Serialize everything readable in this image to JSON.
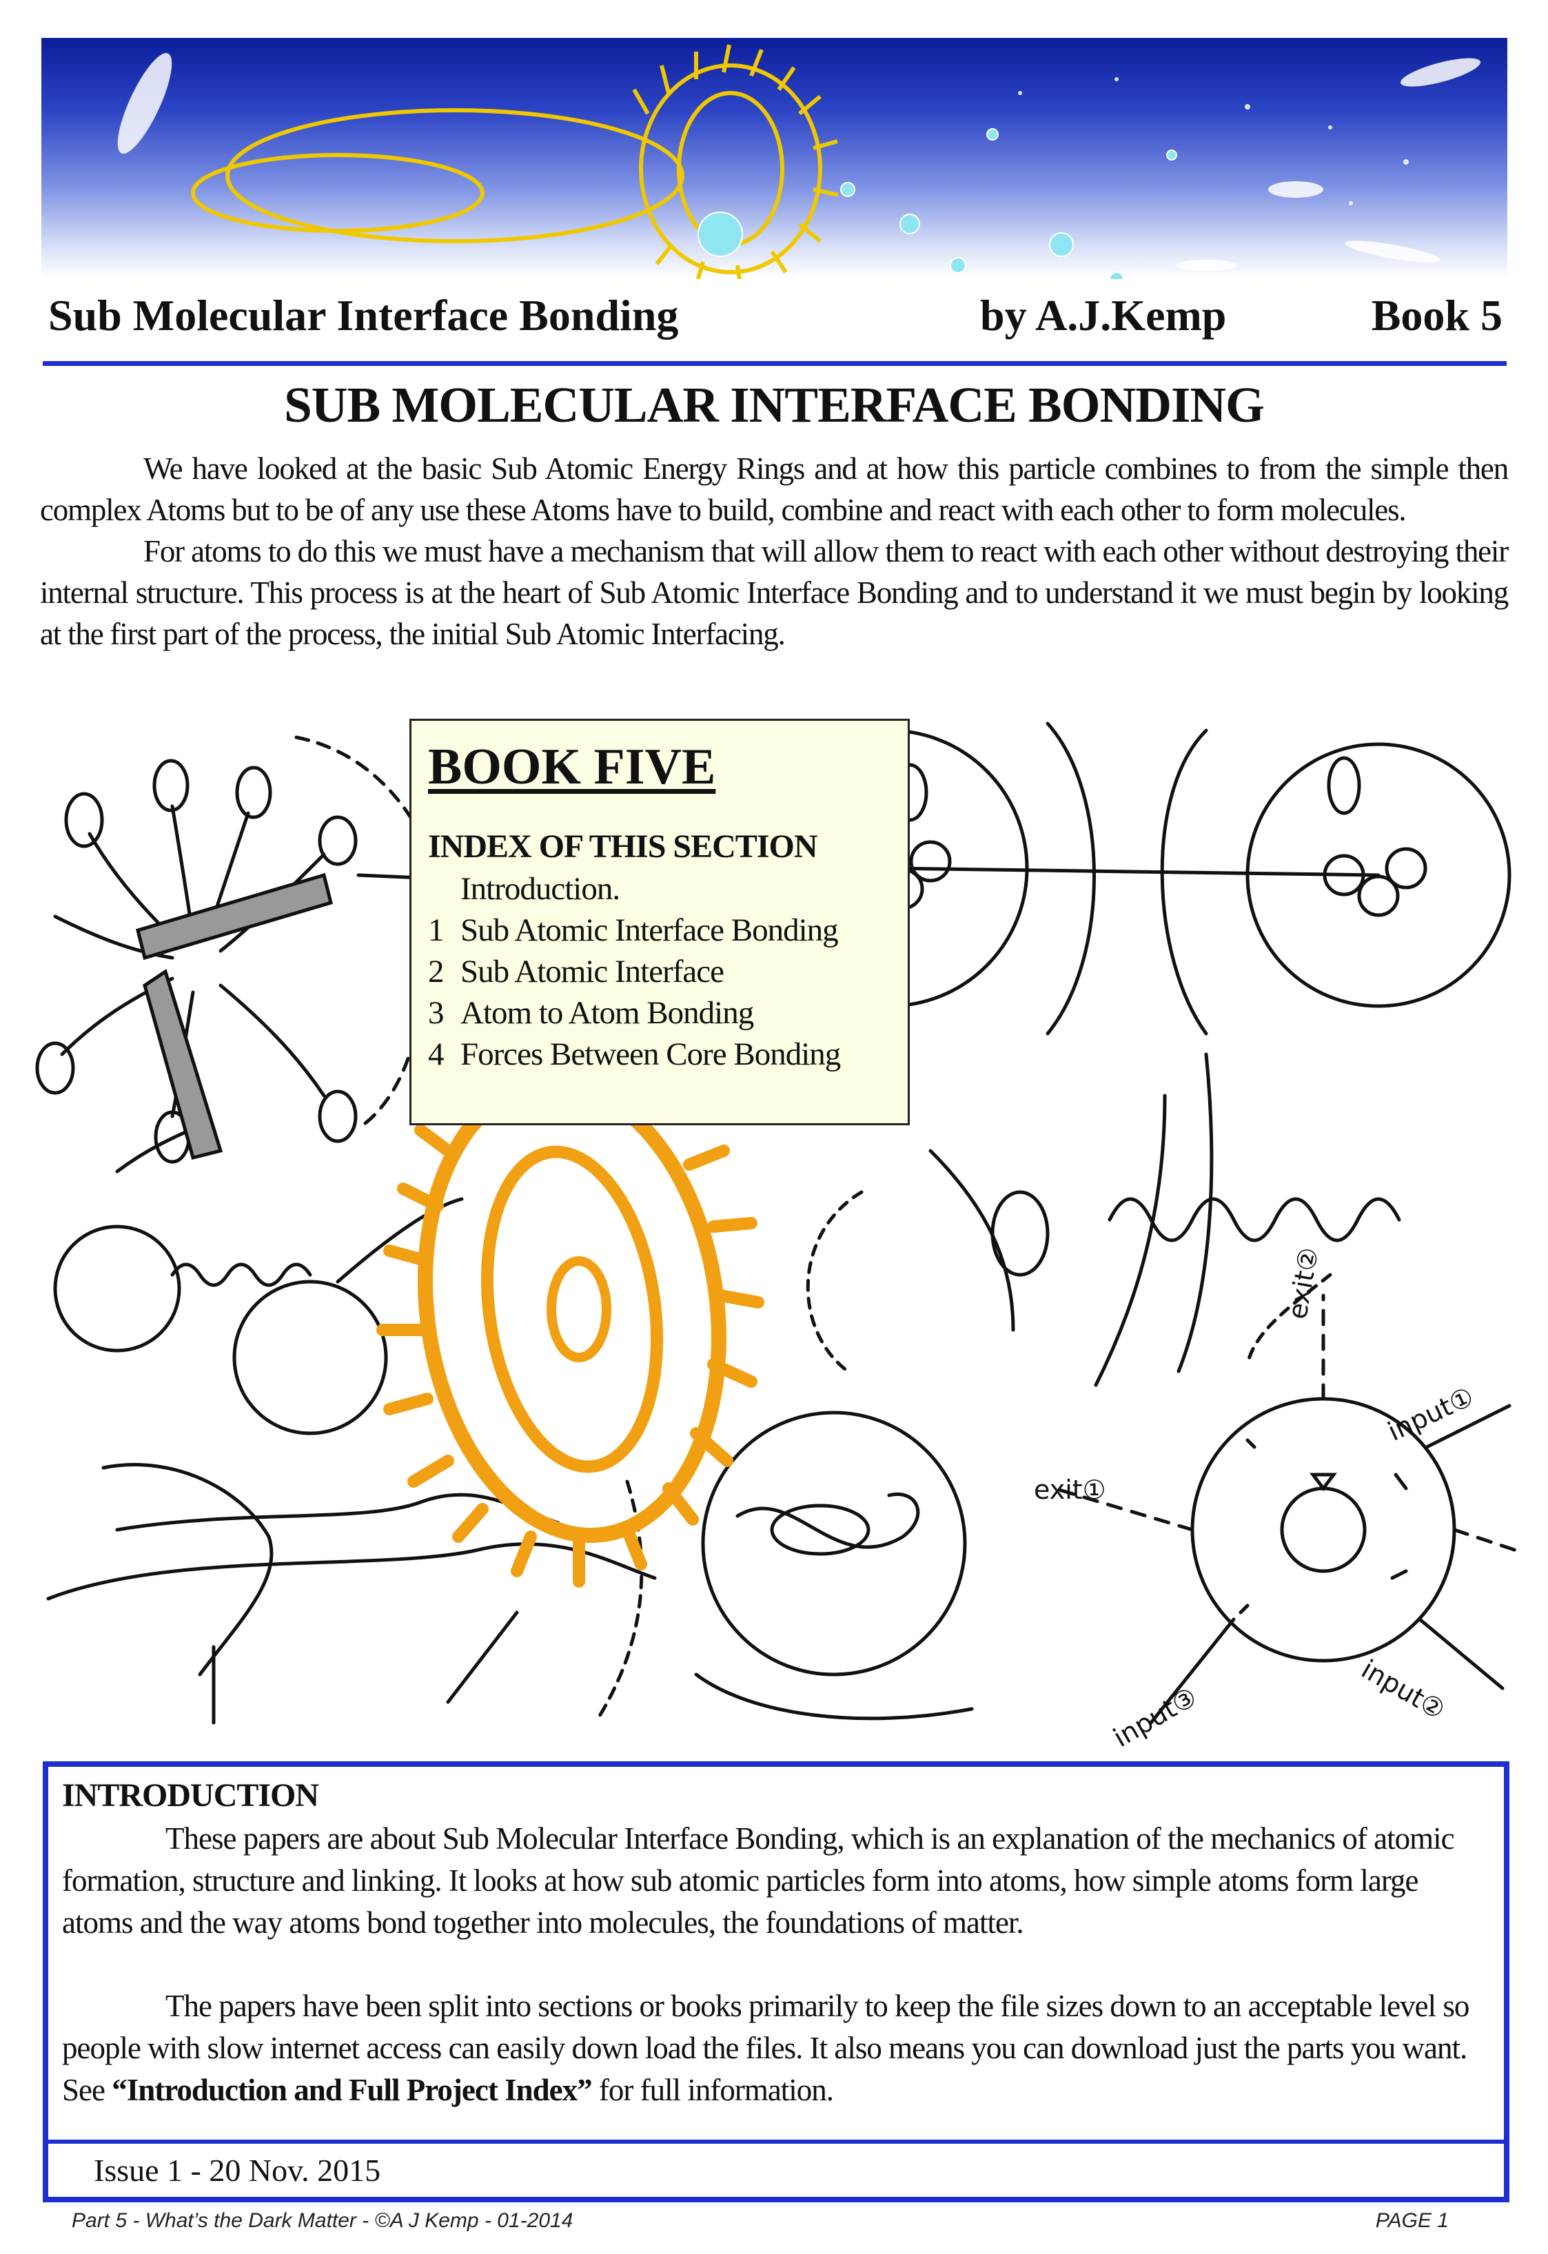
{
  "header": {
    "title": "Sub Molecular Interface Bonding",
    "author": "by A.J.Kemp",
    "book": "Book 5"
  },
  "main_title": "SUB MOLECULAR INTERFACE BONDING",
  "intro": {
    "paragraph1": "We have looked at the basic Sub Atomic Energy Rings and at how this particle combines to from the simple then complex Atoms but to be of any use these Atoms have to build, combine and react with each other to form molecules.",
    "paragraph2": "For atoms to do this we must have a mechanism that will allow them to react with each other without destroying their internal structure. This process is at the heart of Sub Atomic Interface Bonding and to understand it we must begin by looking at the first part of the process, the initial Sub Atomic Interfacing."
  },
  "index_box": {
    "title": "BOOK FIVE",
    "subtitle": "INDEX OF THIS SECTION",
    "items": [
      {
        "num": "",
        "label": "Introduction."
      },
      {
        "num": "1",
        "label": "Sub Atomic Interface Bonding"
      },
      {
        "num": "2",
        "label": "Sub Atomic Interface"
      },
      {
        "num": "3",
        "label": "Atom to Atom Bonding"
      },
      {
        "num": "4",
        "label": "Forces Between Core Bonding"
      }
    ]
  },
  "diagram_labels": {
    "exit1": "exit①",
    "exit2": "exit②",
    "input1": "input①",
    "input2": "input②",
    "input3": "input③"
  },
  "introduction_panel": {
    "heading": "INTRODUCTION",
    "paragraph1": "These papers are about Sub Molecular Interface Bonding, which is an explanation of the mechanics of atomic formation, structure and linking. It looks at how sub atomic particles form into atoms, how simple atoms form large atoms and the way atoms bond together into molecules, the foundations of matter.",
    "paragraph2_part1": "The papers have been split into sections or books primarily to keep the file sizes down to an acceptable level so people with slow internet access can easily down load the files. It also means you can download just the parts you want. See ",
    "paragraph2_bold": "“Introduction and Full Project Index”",
    "paragraph2_part2": " for full information.",
    "issue": "Issue 1 - 20 Nov. 2015"
  },
  "footer": {
    "left": "Part 5 - What’s the Dark Matter    -  ©A J Kemp - 01-2014",
    "right": "PAGE   1"
  },
  "colors": {
    "accent_blue": "#1e2fd0",
    "index_bg": "#fdfde4",
    "gold": "#f2a013"
  }
}
